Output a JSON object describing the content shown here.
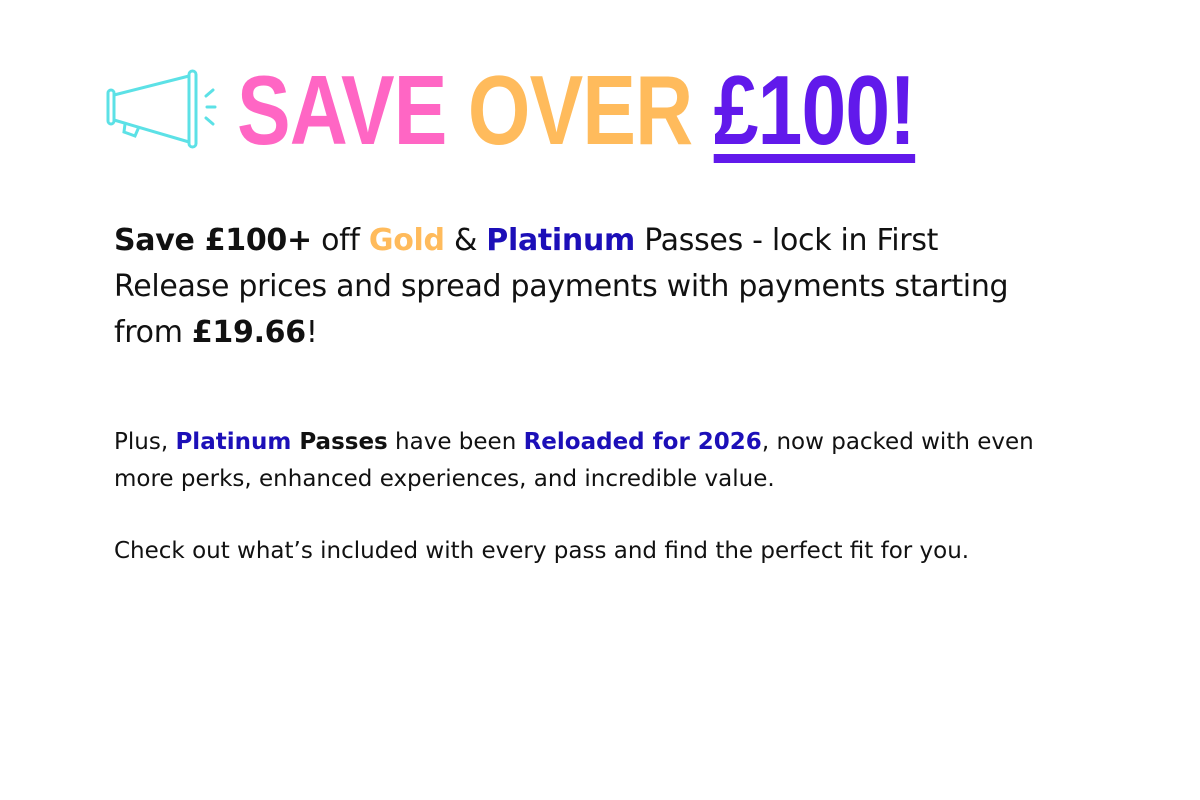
{
  "headline": {
    "word1": "SAVE",
    "word2": "OVER",
    "amount": "£100!"
  },
  "colors": {
    "pink": "#ff66c4",
    "orange": "#ffbb5c",
    "purple": "#6119eb",
    "cyan": "#5ce1e6",
    "navy": "#1c0fb8"
  },
  "icon": "megaphone-icon",
  "lead": {
    "save": "Save £100+",
    "off": " off ",
    "gold": "Gold",
    "amp": " & ",
    "platinum": "Platinum",
    "rest": " Passes - lock in First Release prices and spread payments with payments starting from ",
    "price": "£19.66",
    "end": "!"
  },
  "para1": {
    "plus": "Plus, ",
    "platinum": "Platinum",
    "passes": " Passes",
    "been": " have been ",
    "reloaded": "Reloaded for 2026",
    "rest": ", now packed with even more perks, enhanced experiences, and incredible value."
  },
  "para2": "Check out what’s included with every pass and find the perfect fit for you."
}
